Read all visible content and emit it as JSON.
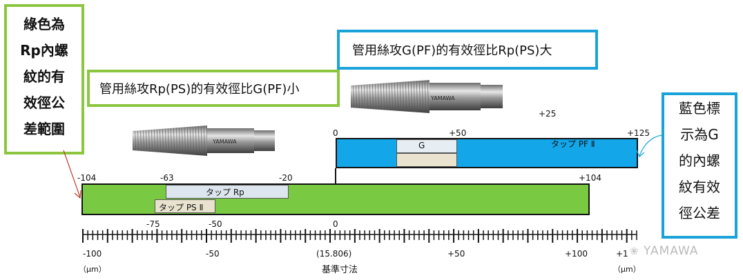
{
  "notes": {
    "green_left": "綠色為\nRp內螺\n紋的有\n效徑公\n差範圍",
    "blue_right": "藍色標\n示為G\n的內螺\n紋有效\n徑公差",
    "green_mid": "管用絲攻Rp(PS)的有效徑比G(PF)小",
    "blue_top": "管用絲攻G(PF)的有效徑比Rp(PS)大"
  },
  "tap_brand": "YAMAWA",
  "bars": {
    "g_label": "G",
    "tap_pf_label": "タップ PF Ⅱ",
    "tap_rp_label": "タップ  Rp",
    "tap_ps_label": "タップ PS Ⅱ"
  },
  "bar_ticks": {
    "m104": "-104",
    "m63": "-63",
    "m20": "-20",
    "p104": "+104",
    "zero_top": "0",
    "p50_top": "+50",
    "p125": "+125",
    "p25": "+25",
    "m75": "-75",
    "m50_mid": "-50",
    "zero_mid": "0"
  },
  "axis": {
    "labels": [
      "-100",
      "-50",
      "(15.806)",
      "+50",
      "+100",
      "+1"
    ],
    "unit_left": "（μm）",
    "unit_right": "（μm）",
    "title": "基準寸法"
  },
  "watermark": "YAMAWA",
  "colors": {
    "green": "#8cc63f",
    "blue": "#1aa3d9",
    "bar_blue": "#13a6e8",
    "bar_green": "#7ac943",
    "rp_fill": "#dde6ee",
    "g_fill": "#e8e2cf"
  }
}
